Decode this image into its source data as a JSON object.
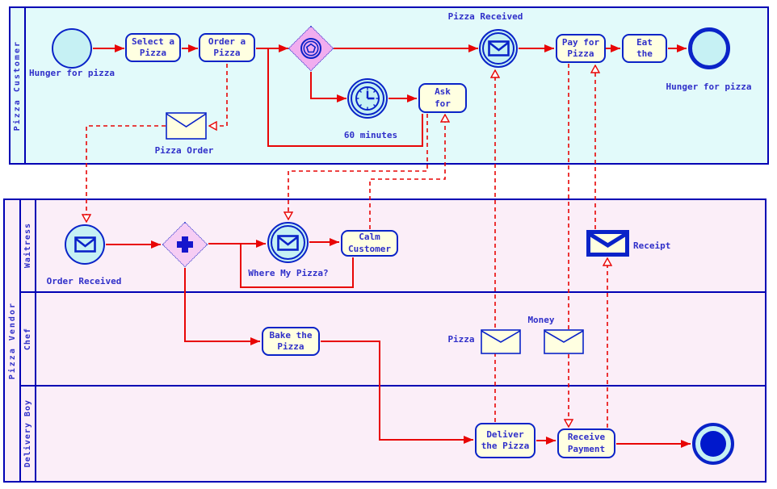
{
  "colors": {
    "pool_customer_fill": "#e2fafa",
    "pool_vendor_fill": "#fbeef8",
    "pool_border": "#0000b4",
    "node_border": "#0a23c8",
    "task_fill": "#ffffe1",
    "event_fill": "#c6f1f4",
    "gateway_event_fill": "#f1adef",
    "gateway_parallel_fill": "#f6cdf4",
    "sequence_flow_red": "#e80505",
    "label_text_blue": "#2f2fc9",
    "terminate_fill": "#0018cc"
  },
  "pools": {
    "customer": {
      "label": "Pizza Customer",
      "nodes": {
        "start_label": "Hunger for pizza",
        "select_task": "Select a\nPizza",
        "order_task": "Order a\nPizza",
        "pizza_order_label": "Pizza Order",
        "timer_label": "60 minutes",
        "ask_task": "Ask\nfor",
        "received_label": "Pizza Received",
        "pay_task": "Pay for\nPizza",
        "eat_task": "Eat\nthe",
        "end_label": "Hunger for pizza"
      }
    },
    "vendor": {
      "label": "Pizza Vendor",
      "lanes": {
        "waitress": {
          "label": "Waitress",
          "order_received_label": "Order Received",
          "where_label": "Where My Pizza?",
          "calm_task": "Calm\nCustomer",
          "receipt_label": "Receipt"
        },
        "chef": {
          "label": "Chef",
          "bake_task": "Bake the\nPizza",
          "pizza_label": "Pizza",
          "money_label": "Money"
        },
        "delivery": {
          "label": "Delivery Boy",
          "deliver_task": "Deliver\nthe Pizza",
          "receive_task": "Receive\nPayment"
        }
      }
    }
  }
}
